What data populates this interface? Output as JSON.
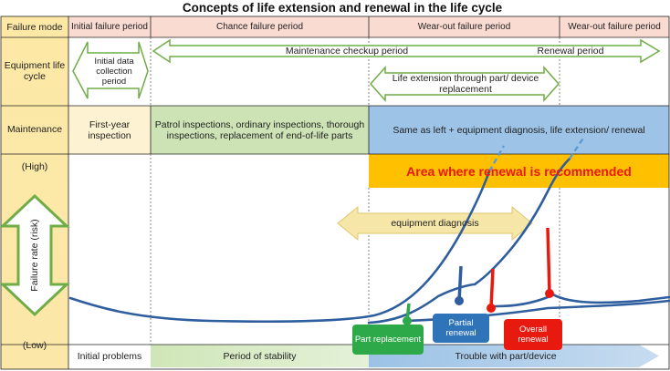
{
  "title": "Concepts of life extension and renewal in the life cycle",
  "rows": {
    "failure_mode": "Failure mode",
    "equipment_life_cycle": "Equipment life cycle",
    "maintenance": "Maintenance",
    "failure_rate": "Failure rate (risk)",
    "high": "(High)",
    "low": "(Low)"
  },
  "periods": {
    "initial_failure": "Initial failure period",
    "chance_failure": "Chance failure period",
    "wear_out_1": "Wear-out failure period",
    "wear_out_2": "Wear-out failure period"
  },
  "life_cycle": {
    "initial_data": "Initial data collection period",
    "maintenance_checkup": "Maintenance checkup period",
    "renewal_period": "Renewal period",
    "life_extension": "Life extension through part/ device replacement"
  },
  "maintenance": {
    "first_year": "First-year inspection",
    "patrol": "Patrol inspections, ordinary inspections, thorough inspections, replacement of end-of-life parts",
    "same_as_left": "Same as left + equipment diagnosis, life extension/ renewal"
  },
  "chart": {
    "renewal_area": "Area where renewal is recommended",
    "equipment_diagnosis": "equipment diagnosis",
    "part_replacement": "Part replacement",
    "partial_renewal": "Partial renewal",
    "overall_renewal": "Overall renewal"
  },
  "bottom": {
    "initial_problems": "Initial problems",
    "stability": "Period of stability",
    "trouble": "Trouble with part/device"
  },
  "colors": {
    "header_bg": "#fadbd2",
    "left_col": "#fde8a0",
    "green_fill": "#c9e2b3",
    "blue_fill": "#9dc3e6",
    "renewal_bar": "#ffc000",
    "curve": "#2e5e9e",
    "red_marker": "#e8190f",
    "green_marker": "#2ea94a"
  }
}
